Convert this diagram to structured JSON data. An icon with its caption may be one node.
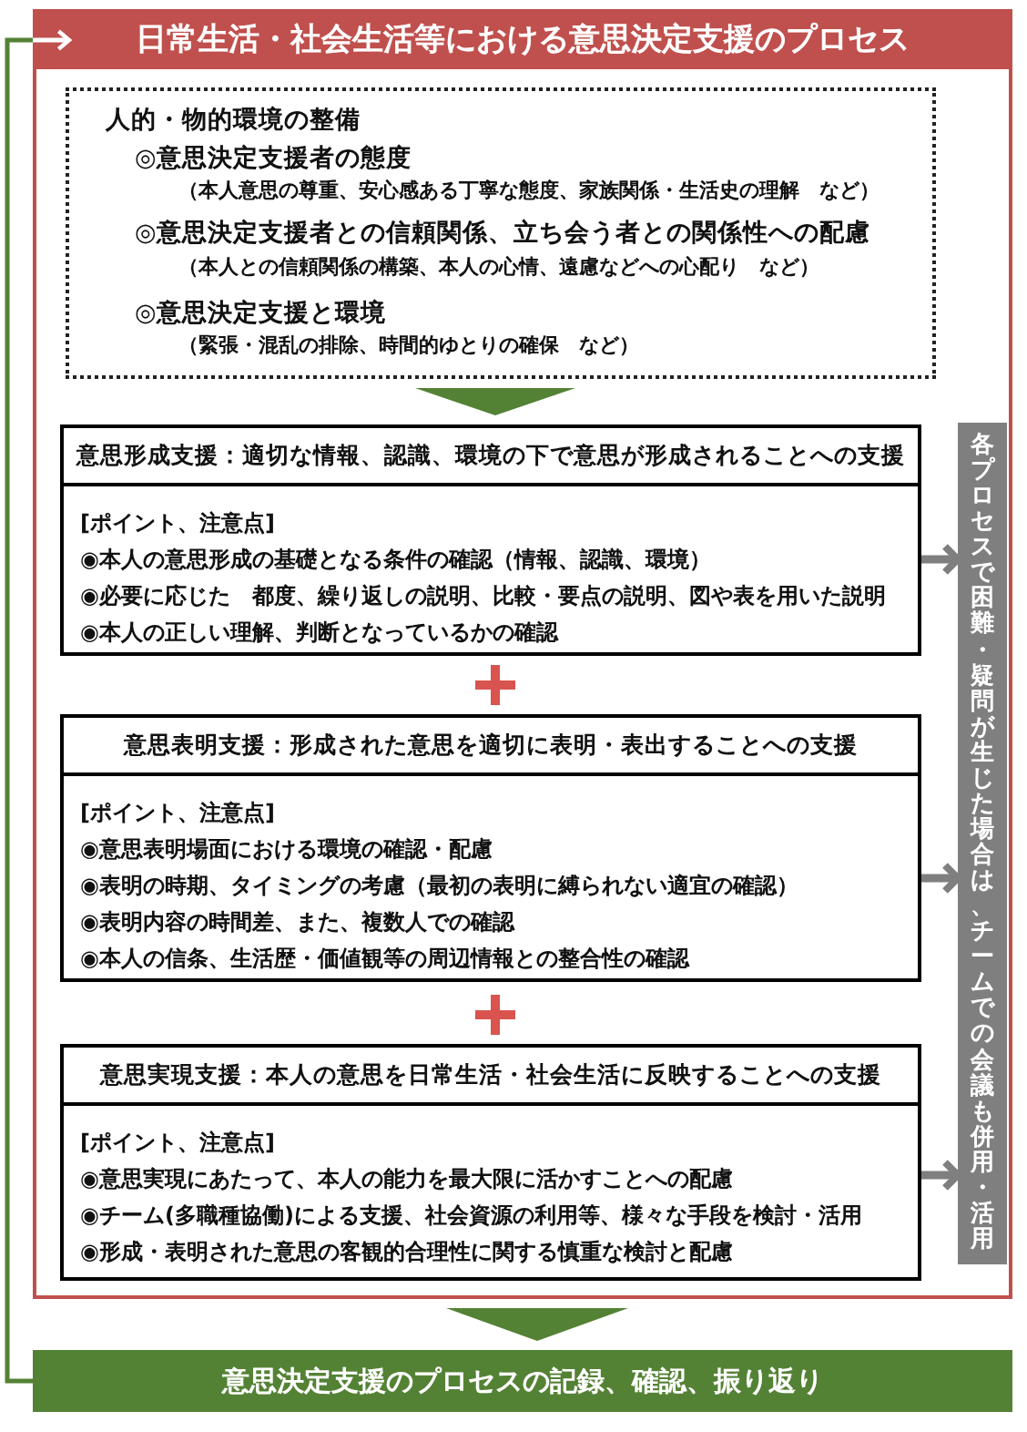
{
  "diagram": {
    "nodes": [
      {
        "text": [
          "日常生活・社会生活等における意思決定支援のプロセス"
        ]
      },
      {
        "text": [
          "人的・物的環境の整備",
          "◎意思決定支援者の態度",
          "（本人意思の尊重、安心感ある丁寧な態度、家族関係・生活史の理解　など）",
          "◎意思決定支援者との信頼関係、立ち会う者との関係性への配慮",
          "（本人との信頼関係の構築、本人の心情、遠慮などへの心配り　など）",
          "◎意思決定支援と環境",
          "（緊張・混乱の排除、時間的ゆとりの確保　など）"
        ],
        "in": 0
      },
      {
        "text": [
          "意思形成支援：適切な情報、認識、環境の下で意思が形成されることへの支援",
          "[ポイント、注意点]",
          "◉本人の意思形成の基礎となる条件の確認（情報、認識、環境）",
          "◉必要に応じた　都度、繰り返しの説明、比較・要点の説明、図や表を用いた説明",
          "◉本人の正しい理解、判断となっているかの確認"
        ],
        "in": 0
      },
      {
        "text": [
          "意思表明支援：形成された意思を適切に表明・表出することへの支援",
          "[ポイント、注意点]",
          "◉意思表明場面における環境の確認・配慮",
          "◉表明の時期、タイミングの考慮（最初の表明に縛られない適宜の確認）",
          "◉表明内容の時間差、また、複数人での確認",
          "◉本人の信条、生活歴・価値観等の周辺情報との整合性の確認"
        ],
        "in": 0
      },
      {
        "text": [
          "意思実現支援：本人の意思を日常生活・社会生活に反映することへの支援",
          "[ポイント、注意点]",
          "◉意思実現にあたって、本人の能力を最大限に活かすことへの配慮",
          "◉チーム(多職種協働)による支援、社会資源の利用等、様々な手段を検討・活用",
          "◉形成・表明された意思の客観的合理性に関する慎重な検討と配慮"
        ],
        "in": 0
      },
      {
        "text": [
          "各プロセスで困難・疑問が生じた場合は、チームでの会議も併用・活用"
        ],
        "in": 0
      },
      {
        "text": [
          "意思決定支援のプロセスの記録、確認、振り返り"
        ]
      }
    ],
    "edges": [
      {
        "from": 1,
        "to": 2,
        "arrow": "to"
      },
      {
        "from": 0,
        "to": 6,
        "arrow": "to"
      },
      {
        "from": 6,
        "to": 0,
        "arrow": "to"
      },
      {
        "from": 2,
        "to": 5,
        "arrow": "to",
        "color": "#7f7f7f"
      },
      {
        "from": 3,
        "to": 5,
        "arrow": "to",
        "color": "#7f7f7f"
      },
      {
        "from": 4,
        "to": 5,
        "arrow": "to",
        "color": "#7f7f7f"
      }
    ]
  }
}
